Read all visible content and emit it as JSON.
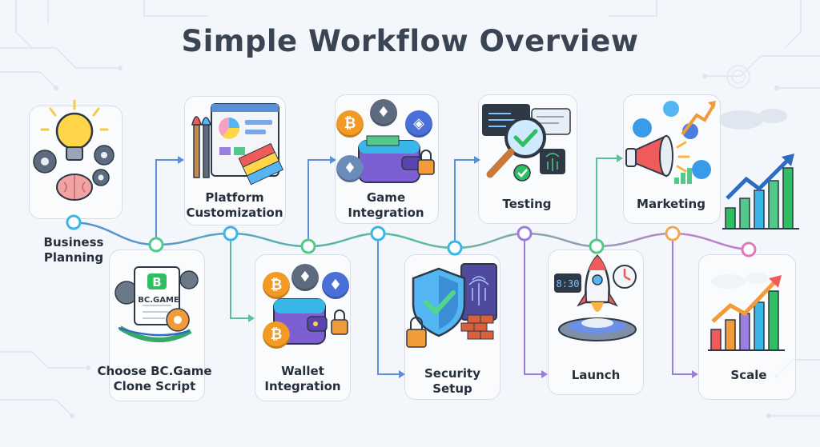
{
  "title": "Simple Workflow Overview",
  "steps": [
    {
      "label": "Business\nPlanning"
    },
    {
      "label": "Choose BC.Game\nClone Script"
    },
    {
      "label": "Platform\nCustomization"
    },
    {
      "label": "Wallet\nIntegration"
    },
    {
      "label": "Game\nIntegration"
    },
    {
      "label": "Security\nSetup"
    },
    {
      "label": "Testing"
    },
    {
      "label": "Launch"
    },
    {
      "label": "Marketing"
    },
    {
      "label": "Scale"
    }
  ],
  "doc_logo": "BC.GAME",
  "launch_clock": "8:30",
  "colors": {
    "title": "#3a4453",
    "line_blue": "#5b8fd6",
    "line_green": "#5bbf9a",
    "line_purple": "#9a7fd6",
    "node_cyan": "#38b6e8",
    "node_green": "#52c98a",
    "node_purple": "#9b7ee0",
    "node_pink": "#e07ab8",
    "node_orange": "#f2a65a"
  }
}
